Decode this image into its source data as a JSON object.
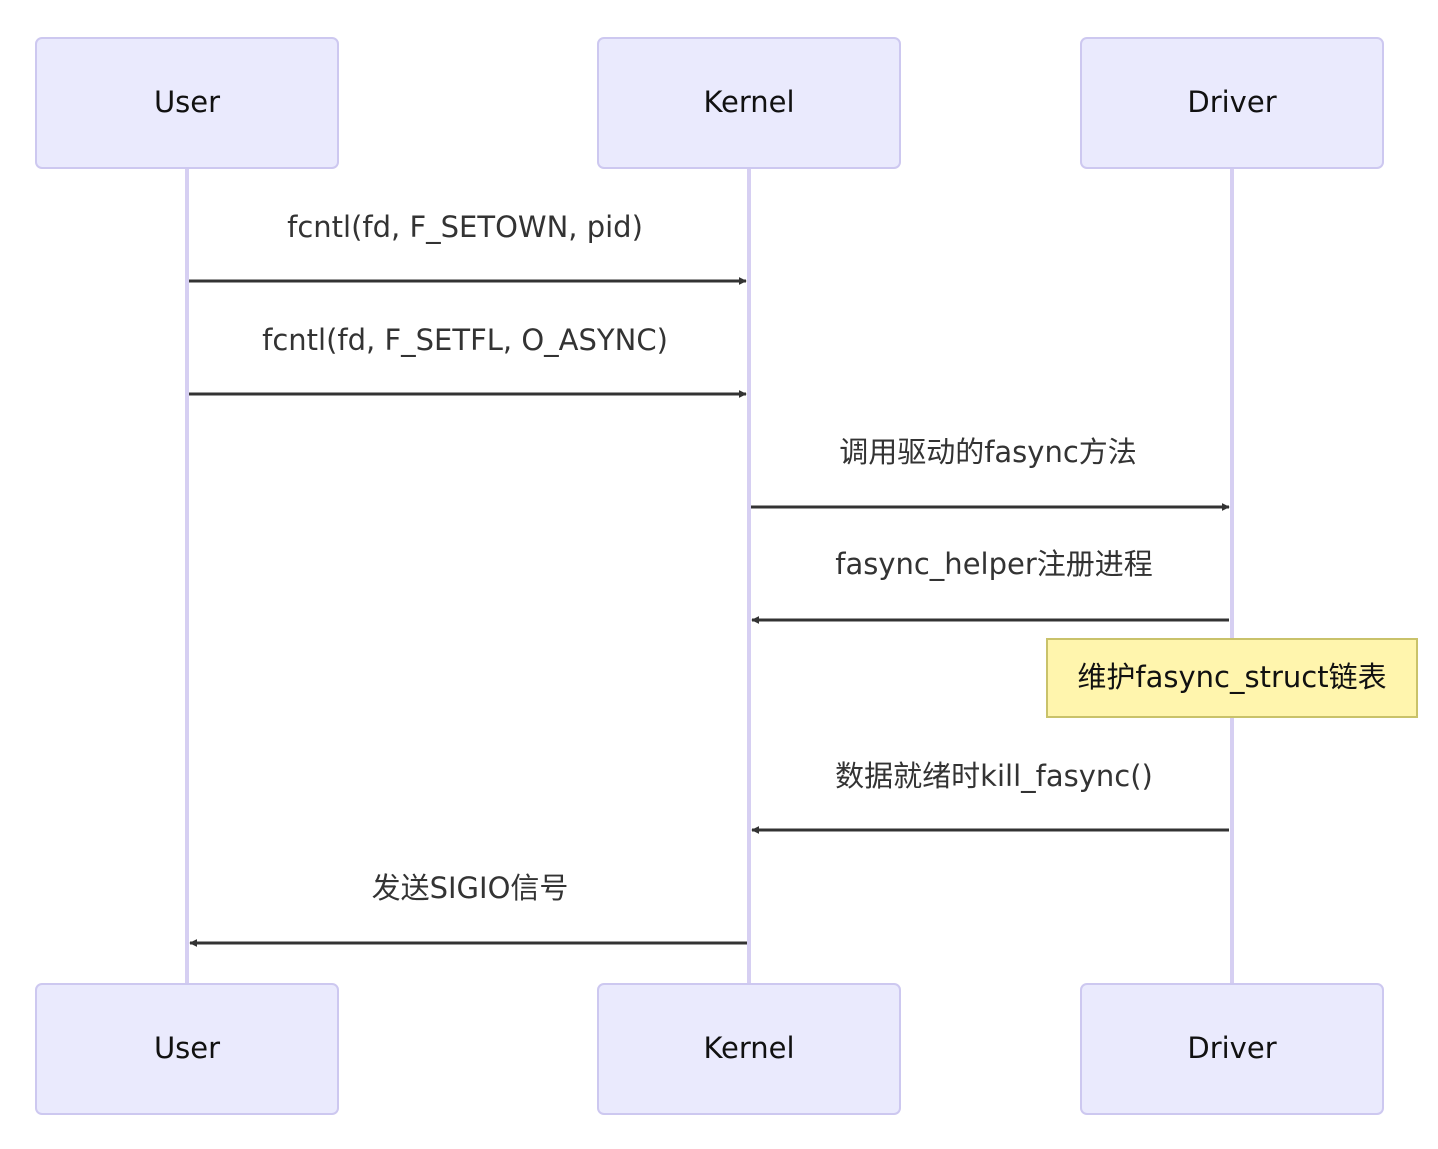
{
  "actors": {
    "user": "User",
    "kernel": "Kernel",
    "driver": "Driver"
  },
  "messages": [
    {
      "from": "user",
      "to": "kernel",
      "label": "fcntl(fd, F_SETOWN, pid)"
    },
    {
      "from": "user",
      "to": "kernel",
      "label": "fcntl(fd, F_SETFL, O_ASYNC)"
    },
    {
      "from": "kernel",
      "to": "driver",
      "label": "调用驱动的fasync方法"
    },
    {
      "from": "driver",
      "to": "kernel",
      "label": "fasync_helper注册进程"
    },
    {
      "from": "driver",
      "to": "kernel",
      "label": "数据就绪时kill_fasync()"
    },
    {
      "from": "kernel",
      "to": "user",
      "label": "发送SIGIO信号"
    }
  ],
  "note": {
    "over": "driver",
    "text": "维护fasync_struct链表"
  },
  "colors": {
    "actor_fill": "#eaeafd",
    "actor_border": "#cdc8f0",
    "lifeline": "#d6cff2",
    "arrow": "#333333",
    "note_fill": "#fff5ad",
    "note_border": "#c9c26a"
  }
}
